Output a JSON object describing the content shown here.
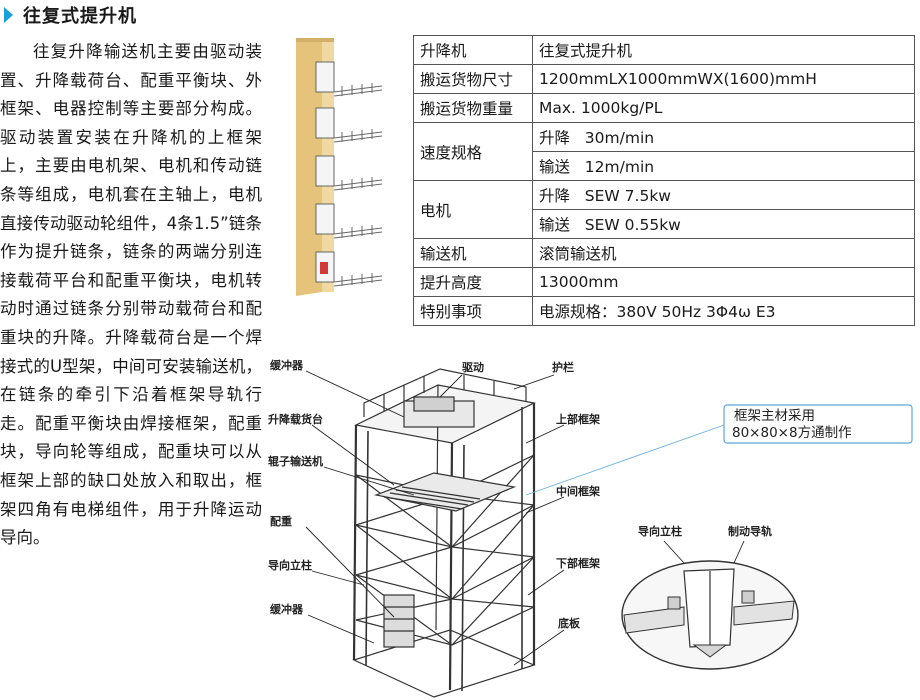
{
  "title": "往复式提升机",
  "description": "往复升降输送机主要由驱动装置、升降载荷台、配重平衡块、外框架、电器控制等主要部分构成。驱动装置安装在升降机的上框架上，主要由电机架、电机和传动链条等组成，电机套在主轴上，电机直接传动驱动轮组件，4条1.5”链条作为提升链条，链条的两端分别连接载荷平台和配重平衡块，电机转动时通过链条分别带动载荷台和配重块的升降。升降载荷台是一个焊接式的U型架，中间可安装输送机，在链条的牵引下沿着框架导轨行走。配重平衡块由焊接框架，配重块，导向轮等组成，配重块可以从框架上部的缺口处放入和取出，框架四角有电梯组件，用于升降运动导向。",
  "spec_table": {
    "r1": {
      "key": "升降机",
      "value": "往复式提升机"
    },
    "r2": {
      "key": "搬运货物尺寸",
      "value": "1200mmLX1000mmWX(1600)mmH"
    },
    "r3": {
      "key": "搬运货物重量",
      "value": "Max. 1000kg/PL"
    },
    "r4": {
      "key": "速度规格",
      "sub": [
        {
          "label": "升降",
          "value": "30m/min"
        },
        {
          "label": "输送",
          "value": "12m/min"
        }
      ]
    },
    "r5": {
      "key": "电机",
      "sub": [
        {
          "label": "升降",
          "value": "SEW 7.5kw"
        },
        {
          "label": "输送",
          "value": "SEW 0.55kw"
        }
      ]
    },
    "r6": {
      "key": "输送机",
      "value": "滚筒输送机"
    },
    "r7": {
      "key": "提升高度",
      "value": "13000mm"
    },
    "r8": {
      "key": "特别事项",
      "value": "电源规格：380V  50Hz  3Φ4ω  E3"
    }
  },
  "diagram_labels": {
    "buffer_top": "缓冲器",
    "drive": "驱动",
    "guardrail": "护栏",
    "lift_platform": "升降载货台",
    "upper_frame": "上部框架",
    "roller_conveyor": "辊子输送机",
    "middle_frame": "中间框架",
    "counterweight": "配重",
    "guide_column": "导向立柱",
    "lower_frame": "下部框架",
    "buffer_bottom": "缓冲器",
    "base_plate": "底板",
    "detail_guide_column": "导向立柱",
    "detail_brake_rail": "制动导轨"
  },
  "callout": {
    "line1": "框架主材采用",
    "line2": "80×80×8方通制作"
  },
  "colors": {
    "accent": "#1aa0dc",
    "wall": "#ecd08f",
    "table_border": "#555555",
    "callout_border": "#5aa7d8"
  }
}
